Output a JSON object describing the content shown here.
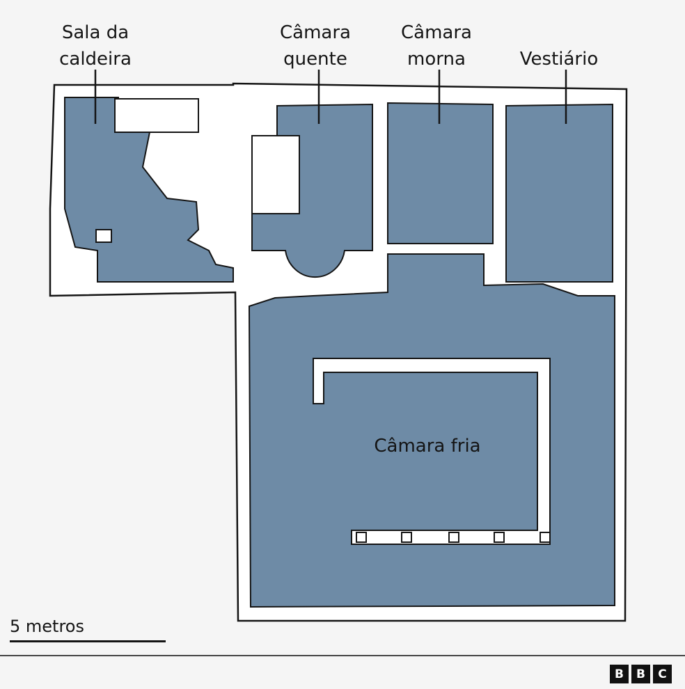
{
  "labels": {
    "boiler_room": "Sala da\ncaldeira",
    "hot_room": "Câmara\nquente",
    "warm_room": "Câmara\nmorna",
    "changing_room": "Vestiário",
    "cold_room": "Câmara fria"
  },
  "scale": {
    "label": "5 metros"
  },
  "logo": {
    "letters": [
      "B",
      "B",
      "C"
    ]
  },
  "colors": {
    "room_fill": "#6e8ba6",
    "wall": "#ffffff",
    "outline": "#141414",
    "background": "#f5f5f5"
  }
}
